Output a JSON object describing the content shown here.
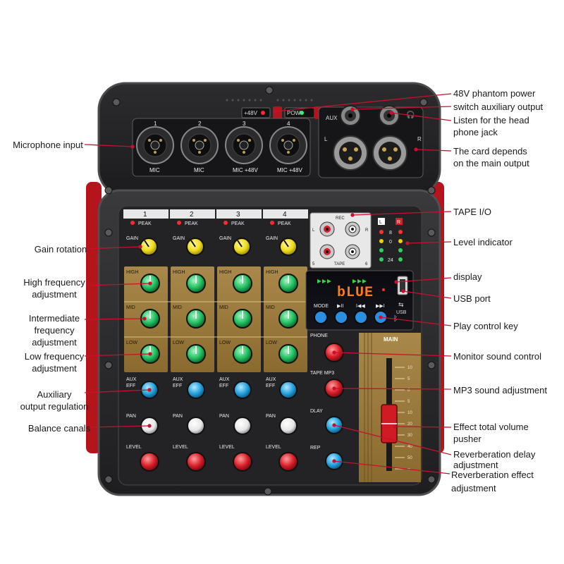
{
  "colors": {
    "accent": "#d62828",
    "knob_yellow": "#f2e21a",
    "knob_green": "#2cc46a",
    "knob_blue": "#2aa7e0",
    "knob_red": "#d8202a",
    "knob_white": "#f4f4f4",
    "panel": "#2a2a2c",
    "gold": "#9c7a3a"
  },
  "channels": [
    "1",
    "2",
    "3",
    "4"
  ],
  "mic_labels": [
    "MIC",
    "MIC",
    "MIC +48V",
    "MIC +48V"
  ],
  "mic_numbers": [
    "1",
    "2",
    "3",
    "4"
  ],
  "strip": {
    "peak": "PEAK",
    "gain": "GAIN",
    "high": "HIGH",
    "mid": "MID",
    "low": "LOW",
    "aux": "AUX",
    "eff": "EFF",
    "pan": "PAN",
    "level": "LEVEL"
  },
  "top_panel": {
    "phantom": "+48V",
    "pow": "POW",
    "aux": "AUX",
    "l": "L",
    "r": "R"
  },
  "tape": {
    "rec": "REC",
    "tape": "TAPE",
    "l": "L",
    "r": "R",
    "n5": "5",
    "n6": "6"
  },
  "meter": {
    "l": "L",
    "r": "R",
    "levels": [
      "8",
      "0",
      "24"
    ]
  },
  "display": {
    "text": "bLUE",
    "usb": "USB"
  },
  "play_keys": {
    "mode": "MODE",
    "play": "▶II",
    "prev": "I◀◀",
    "next": "▶▶I"
  },
  "right_section": {
    "phone": "PHONE",
    "tape_mp3": "TAPE MP3",
    "dlay": "DLAY",
    "rep": "REP",
    "main": "MAIN",
    "fader_scale": [
      "10",
      "5",
      "0",
      "5",
      "10",
      "20",
      "30",
      "40",
      "50",
      "∞"
    ]
  },
  "callouts_left": [
    "Microphone input",
    "Gain rotation",
    "High frequency\nadjustment",
    "Intermediate\nfrequency\nadjustment",
    "Low frequency\nadjustment",
    "Auxiliary\noutput regulation",
    "Balance canals"
  ],
  "callouts_right": [
    "48V phantom power",
    "switch auxiliary output",
    "Listen for the head\nphone jack",
    "The card depends\non the main output",
    "TAPE I/O",
    "Level indicator",
    "display",
    "USB port",
    "Play control key",
    "Monitor sound control",
    "MP3 sound adjustment",
    "Effect total volume\npusher",
    "Reverberation delay\nadjustment",
    "Reverberation effect\nadjustment"
  ]
}
